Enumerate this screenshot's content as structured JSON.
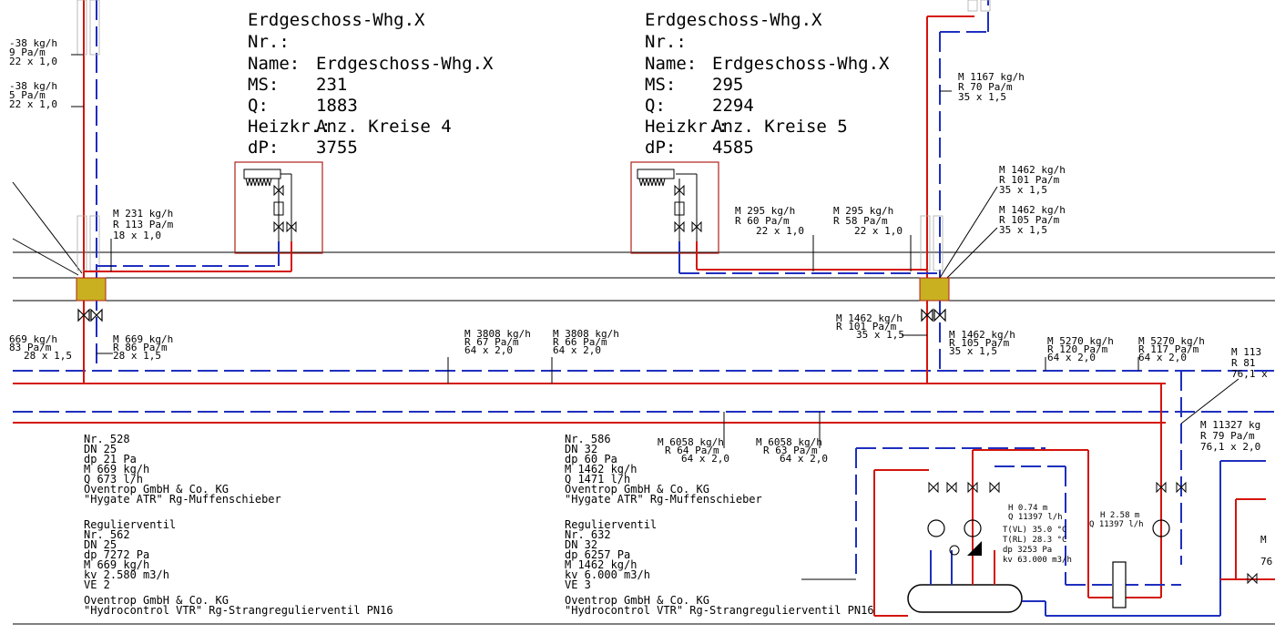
{
  "apartments": [
    {
      "title": "Erdgeschoss-Whg.X",
      "nr_label": "Nr.:",
      "name_label": "Name:",
      "name_value": "Erdgeschoss-Whg.X",
      "ms_label": "MS:",
      "ms_value": "231",
      "q_label": "Q:",
      "q_value": "1883",
      "heiz_label": "Heizkr.:",
      "heiz_value": "Anz. Kreise 4",
      "dp_label": "dP:",
      "dp_value": "3755"
    },
    {
      "title": "Erdgeschoss-Whg.X",
      "nr_label": "Nr.:",
      "name_label": "Name:",
      "name_value": "Erdgeschoss-Whg.X",
      "ms_label": "MS:",
      "ms_value": "295",
      "q_label": "Q:",
      "q_value": "2294",
      "heiz_label": "Heizkr.:",
      "heiz_value": "Anz. Kreise 5",
      "dp_label": "dP:",
      "dp_value": "4585"
    }
  ],
  "pipe_labels": {
    "l1a": "-38 kg/h",
    "l1b": "9 Pa/m",
    "l1c": "22 x 1,0",
    "l2a": "-38 kg/h",
    "l2b": "5 Pa/m",
    "l2c": "22 x 1,0",
    "m231a": "M 231 kg/h",
    "m231b": "R 113 Pa/m",
    "m231c": "18 x 1,0",
    "m295aa": "M 295 kg/h",
    "m295ab": "R 60 Pa/m",
    "m295ac": "22 x 1,0",
    "m295ba": "M 295 kg/h",
    "m295bb": "R 58 Pa/m",
    "m295bc": "22 x 1,0",
    "m1167a": "M 1167 kg/h",
    "m1167b": "R 70 Pa/m",
    "m1167c": "35 x 1,5",
    "m1462aa": "M 1462 kg/h",
    "m1462ab": "R 101 Pa/m",
    "m1462ac": "35 x 1,5",
    "m1462ba": "M 1462 kg/h",
    "m1462bb": "R 105 Pa/m",
    "m1462bc": "35 x 1,5",
    "m669aa": "669 kg/h",
    "m669ab": "83 Pa/m",
    "m669ac": "28 x 1,5",
    "m669ba": "M 669 kg/h",
    "m669bb": "R 86 Pa/m",
    "m669bc": "28 x 1,5",
    "m3808aa": "M 3808 kg/h",
    "m3808ab": "R 67 Pa/m",
    "m3808ac": "64 x 2,0",
    "m3808ba": "M 3808 kg/h",
    "m3808bb": "R 66 Pa/m",
    "m3808bc": "64 x 2,0",
    "m1462ca": "M 1462 kg/h",
    "m1462cb": "R 101 Pa/m",
    "m1462cc": "35 x 1,5",
    "m1462da": "M 1462 kg/h",
    "m1462db": "R 105 Pa/m",
    "m1462dc": "35 x 1,5",
    "m5270aa": "M 5270 kg/h",
    "m5270ab": "R 120 Pa/m",
    "m5270ac": "64 x 2,0",
    "m5270ba": "M 5270 kg/h",
    "m5270bb": "R 117 Pa/m",
    "m5270bc": "64 x 2,0",
    "m113a": "M 113",
    "m113b": "R 81",
    "m113c": "76,1 x",
    "m11327a": "M 11327 kg",
    "m11327b": "R 79 Pa/m",
    "m11327c": "76,1 x 2,0",
    "m6058aa": "M 6058 kg/h",
    "m6058ab": "R 64 Pa/m",
    "m6058ac": "64 x 2,0",
    "m6058ba": "M 6058 kg/h",
    "m6058bb": "R 63 Pa/m",
    "m6058bc": "64 x 2,0",
    "edge_m": "M",
    "edge_76": "76"
  },
  "valve_block_1": [
    "Nr. 528",
    "DN 25",
    "dp 21 Pa",
    "M 669 kg/h",
    "Q 673 l/h",
    "Oventrop GmbH & Co. KG",
    "\"Hygate ATR\" Rg-Muffenschieber",
    "Regulierventil",
    "Nr. 562",
    "DN 25",
    "dp 7272 Pa",
    "M 669 kg/h",
    "kv 2.580 m3/h",
    "VE 2",
    "Oventrop GmbH & Co. KG",
    "\"Hydrocontrol VTR\" Rg-Strangregulierventil PN16"
  ],
  "valve_block_2": [
    "Nr. 586",
    "DN 32",
    "dp 60 Pa",
    "M 1462 kg/h",
    "Q 1471 l/h",
    "Oventrop GmbH & Co. KG",
    "\"Hygate ATR\" Rg-Muffenschieber",
    "Regulierventil",
    "Nr. 632",
    "DN 32",
    "dp 6257 Pa",
    "M 1462 kg/h",
    "kv 6.000 m3/h",
    "VE 3",
    "Oventrop GmbH & Co. KG",
    "\"Hydrocontrol VTR\" Rg-Strangregulierventil PN16"
  ],
  "pump_main": [
    "H 0.74 m",
    "Q 11397 l/h",
    "T(VL) 35.0 °C",
    "T(RL) 28.3 °C",
    "dp 3253 Pa",
    "kv 63.000 m3/h"
  ],
  "pump_right": [
    "H 2.58 m",
    "Q 11397 l/h"
  ],
  "colors": {
    "supply": "#d4140a",
    "return": "#1e2fbf",
    "fitting": "#c8b020"
  }
}
